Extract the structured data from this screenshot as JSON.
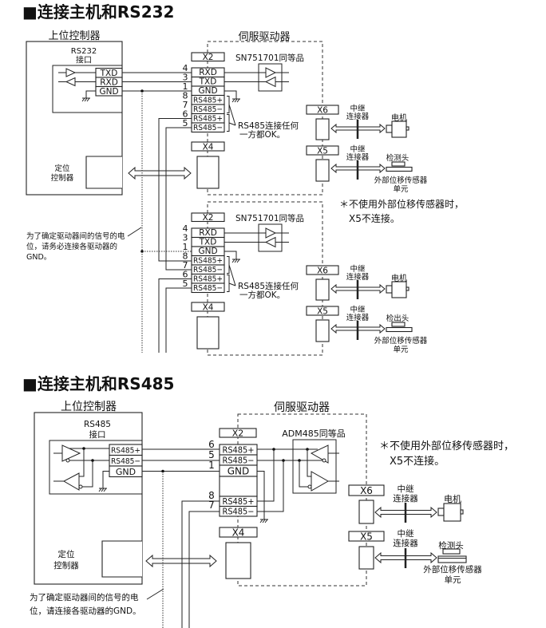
{
  "rs232_section": {
    "title": "■连接主机和RS232",
    "host": {
      "label": "上位控制器",
      "interface_name": "RS232",
      "interface_suffix": "接口",
      "terminals": [
        "TXD",
        "RXD",
        "GND"
      ],
      "positioning_controller": [
        "定位",
        "控制器"
      ]
    },
    "servo_label": "伺服驱动器",
    "servos": [
      {
        "x2_label": "X2",
        "pins": [
          {
            "number": "4",
            "signal": "RXD"
          },
          {
            "number": "3",
            "signal": "TXD"
          },
          {
            "number": "1",
            "signal": "GND"
          },
          {
            "number": "8",
            "signal": "RS485+"
          },
          {
            "number": "7",
            "signal": "RS485−"
          },
          {
            "number": "6",
            "signal": "RS485+"
          },
          {
            "number": "5",
            "signal": "RS485−"
          }
        ],
        "transceiver_label": "SN751701同等品",
        "rs485_note": [
          "RS485连接任何",
          "一方都OK。"
        ],
        "x4_label": "X4",
        "x6_label": "X6",
        "x5_label": "X5",
        "relay_connector": [
          "中继",
          "连接器"
        ],
        "motor_label": "电机",
        "sensor_head_label": "检测头",
        "sensor_unit": [
          "外部位移传感器",
          "单元"
        ]
      },
      {
        "x2_label": "X2",
        "pins": [
          {
            "number": "4",
            "signal": "RXD"
          },
          {
            "number": "3",
            "signal": "TXD"
          },
          {
            "number": "1",
            "signal": "GND"
          },
          {
            "number": "8",
            "signal": "RS485+"
          },
          {
            "number": "7",
            "signal": "RS485−"
          },
          {
            "number": "6",
            "signal": "RS485+"
          },
          {
            "number": "5",
            "signal": "RS485−"
          }
        ],
        "transceiver_label": "SN751701同等品",
        "rs485_note": [
          "RS485连接任何",
          "一方都OK。"
        ],
        "x4_label": "X4",
        "x6_label": "X6",
        "x5_label": "X5",
        "relay_connector": [
          "中继",
          "连接器"
        ],
        "motor_label": "电机",
        "sensor_head_label": "检出头",
        "sensor_unit": [
          "外部位移传感器",
          "单元"
        ]
      }
    ],
    "gnd_note": [
      "为了确定驱动器间的信号的电",
      "位，请务必连接各驱动器的",
      "GND。"
    ],
    "x5_note": [
      "＊不使用外部位移传感器时，",
      "X5不连接。"
    ]
  },
  "rs485_section": {
    "title": "■连接主机和RS485",
    "host": {
      "label": "上位控制器",
      "interface_name": "RS485",
      "interface_suffix": "接口",
      "terminals": [
        "RS485+",
        "RS485−",
        "GND"
      ],
      "positioning_controller": [
        "定位",
        "控制器"
      ]
    },
    "servo": {
      "label": "伺服驱动器",
      "x2_label": "X2",
      "pins": [
        {
          "number": "6",
          "signal": "RS485+"
        },
        {
          "number": "5",
          "signal": "RS485−"
        },
        {
          "number": "1",
          "signal": "GND"
        },
        {
          "number": "8",
          "signal": "RS485+"
        },
        {
          "number": "7",
          "signal": "RS485−"
        }
      ],
      "transceiver_label": "ADM485同等品",
      "x4_label": "X4",
      "x6_label": "X6",
      "x5_label": "X5",
      "relay_connector": [
        "中继",
        "连接器"
      ],
      "motor_label": "电机",
      "sensor_head_label": "检测头",
      "sensor_unit": [
        "外部位移传感器",
        "单元"
      ]
    },
    "gnd_note": [
      "为了确定驱动器间的信号的电",
      "位，请连接各驱动器的GND。"
    ],
    "x5_note": [
      "＊不使用外部位移传感器时，",
      "X5不连接。"
    ]
  }
}
